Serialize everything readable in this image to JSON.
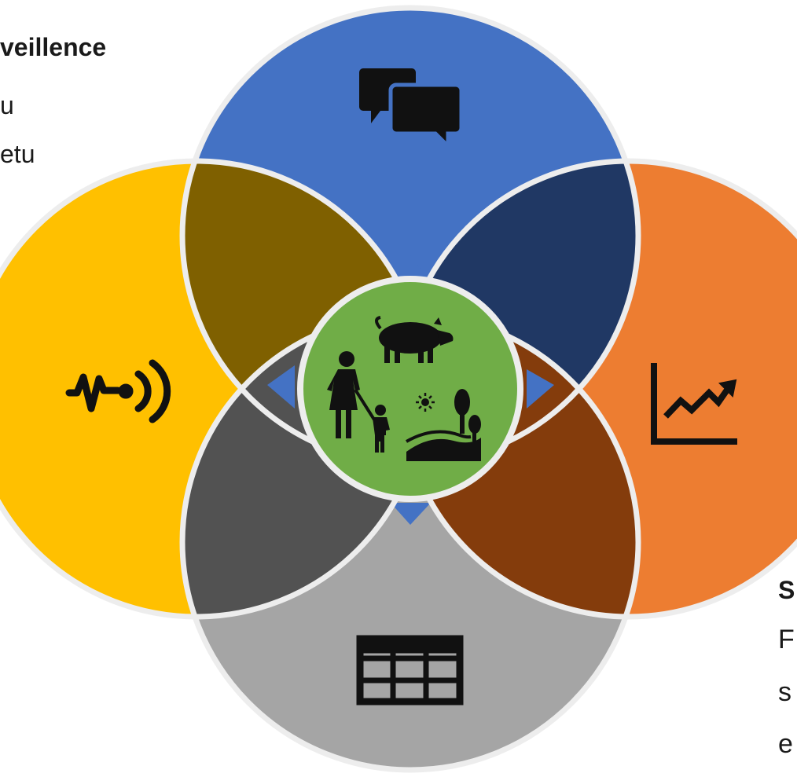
{
  "colors": {
    "top": "#4472C4",
    "left": "#FFC000",
    "right": "#ED7D31",
    "bottom": "#A5A5A5",
    "top_left": "#7F6000",
    "top_right": "#203864",
    "bottom_left": "#525252",
    "bottom_right": "#843C0C",
    "center": "#70AD47",
    "gaps": "#4472C4",
    "outline": "#EDEDED",
    "icon": "#111111"
  },
  "icons": {
    "top": "speech-bubbles-icon",
    "left": "signal-broadcast-icon",
    "right": "trending-chart-icon",
    "bottom": "table-grid-icon",
    "center": "one-health-people-animal-environment-icon"
  },
  "text_left": {
    "title": "veillence",
    "line1": "u",
    "line2": "etu"
  },
  "text_right": {
    "title": "S",
    "line1": "F",
    "line2": "s",
    "line3": "e"
  }
}
